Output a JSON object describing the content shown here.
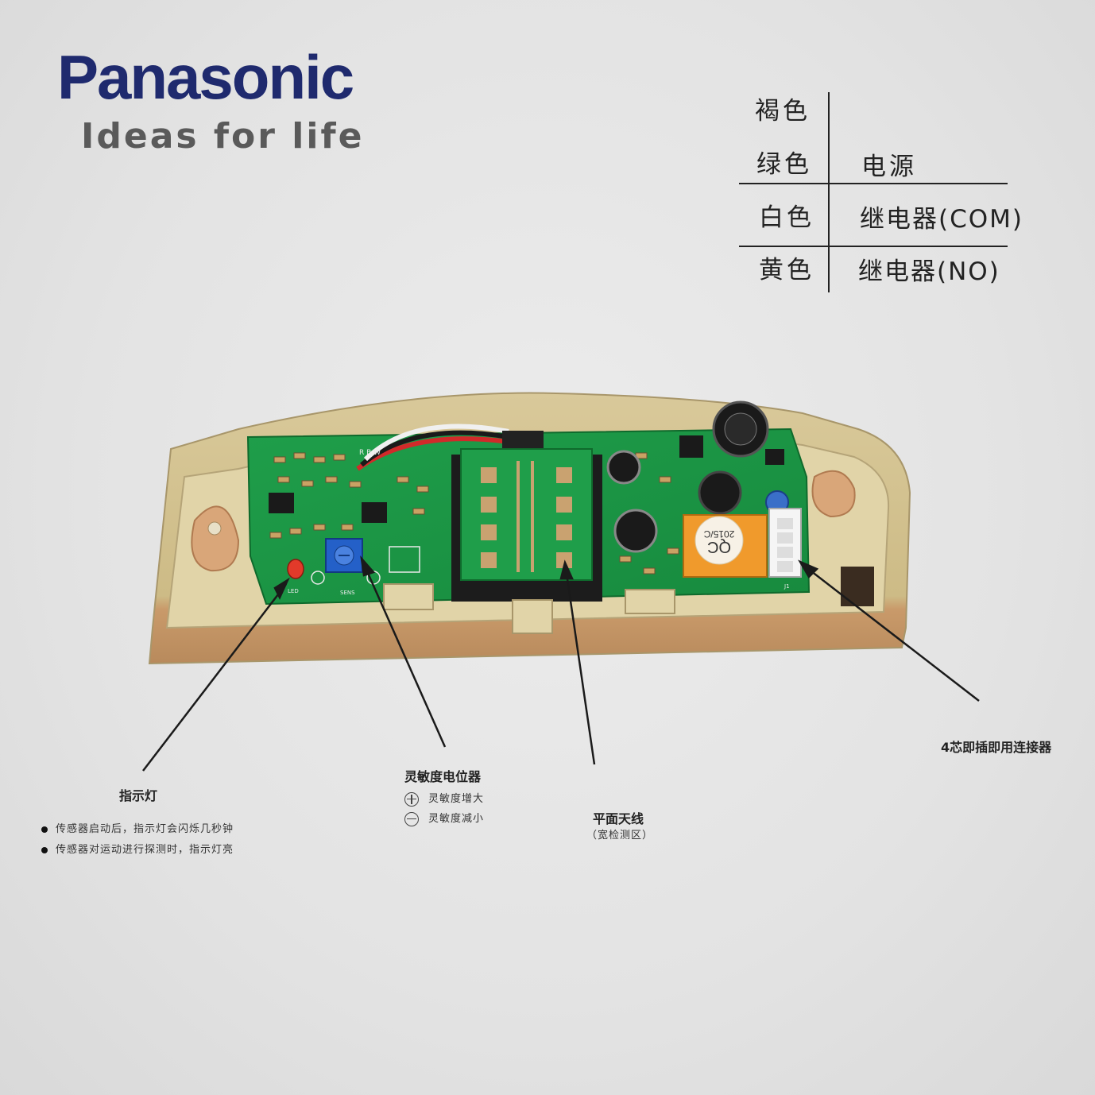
{
  "brand": {
    "name": "Panasonic",
    "tagline": "Ideas for life",
    "color": "#1f2a6e"
  },
  "wire_table": {
    "rows": [
      {
        "color": "褐色",
        "function": ""
      },
      {
        "color": "绿色",
        "function": "电源"
      },
      {
        "color": "白色",
        "function": "继电器(COM)"
      },
      {
        "color": "黄色",
        "function": "继电器(NO)"
      }
    ]
  },
  "board": {
    "relay_marking_1": "QC",
    "relay_marking_2": "2015/C",
    "silkscreen": [
      "LED",
      "SENS",
      "J1",
      "R B W"
    ]
  },
  "callouts": {
    "indicator": {
      "title": "指示灯",
      "bullets": [
        "传感器启动后，指示灯会闪烁几秒钟",
        "传感器对运动进行探测时，指示灯亮"
      ]
    },
    "pot": {
      "title": "灵敏度电位器",
      "increase": "灵敏度增大",
      "decrease": "灵敏度减小"
    },
    "antenna": {
      "title": "平面天线",
      "subtitle": "（宽检测区）"
    },
    "connector": {
      "title": "4芯即插即用连接器"
    }
  }
}
